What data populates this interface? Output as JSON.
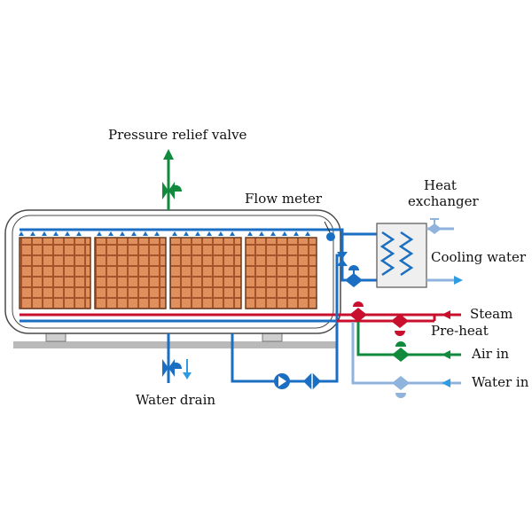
{
  "labels": {
    "pressure_relief_valve": "Pressure relief valve",
    "flow_meter": "Flow meter",
    "heat_exchanger_line1": "Heat",
    "heat_exchanger_line2": "exchanger",
    "cooling_water": "Cooling water",
    "steam": "Steam",
    "pre_heat": "Pre-heat",
    "air_in": "Air in",
    "water_in": "Water in",
    "water_drain": "Water drain"
  },
  "colors": {
    "water_pipe": "#1b6fc2",
    "steam_pipe": "#c8102e",
    "air_pipe": "#118a3d",
    "inlet_water_pipe": "#8fb3dd",
    "outflow_arrow": "#2f9be0",
    "product_fill": "#e0905c",
    "product_line": "#a4532a",
    "vessel_outline": "#4a4a4a",
    "base_gray": "#b9b9b9"
  },
  "icons": {
    "valve": "bowtie-valve-icon",
    "pump": "circle-pump-icon",
    "filter": "diamond-filter-icon",
    "flow_meter": "circle-flow-meter-icon",
    "heat_exchanger": "coil-exchanger-icon"
  }
}
